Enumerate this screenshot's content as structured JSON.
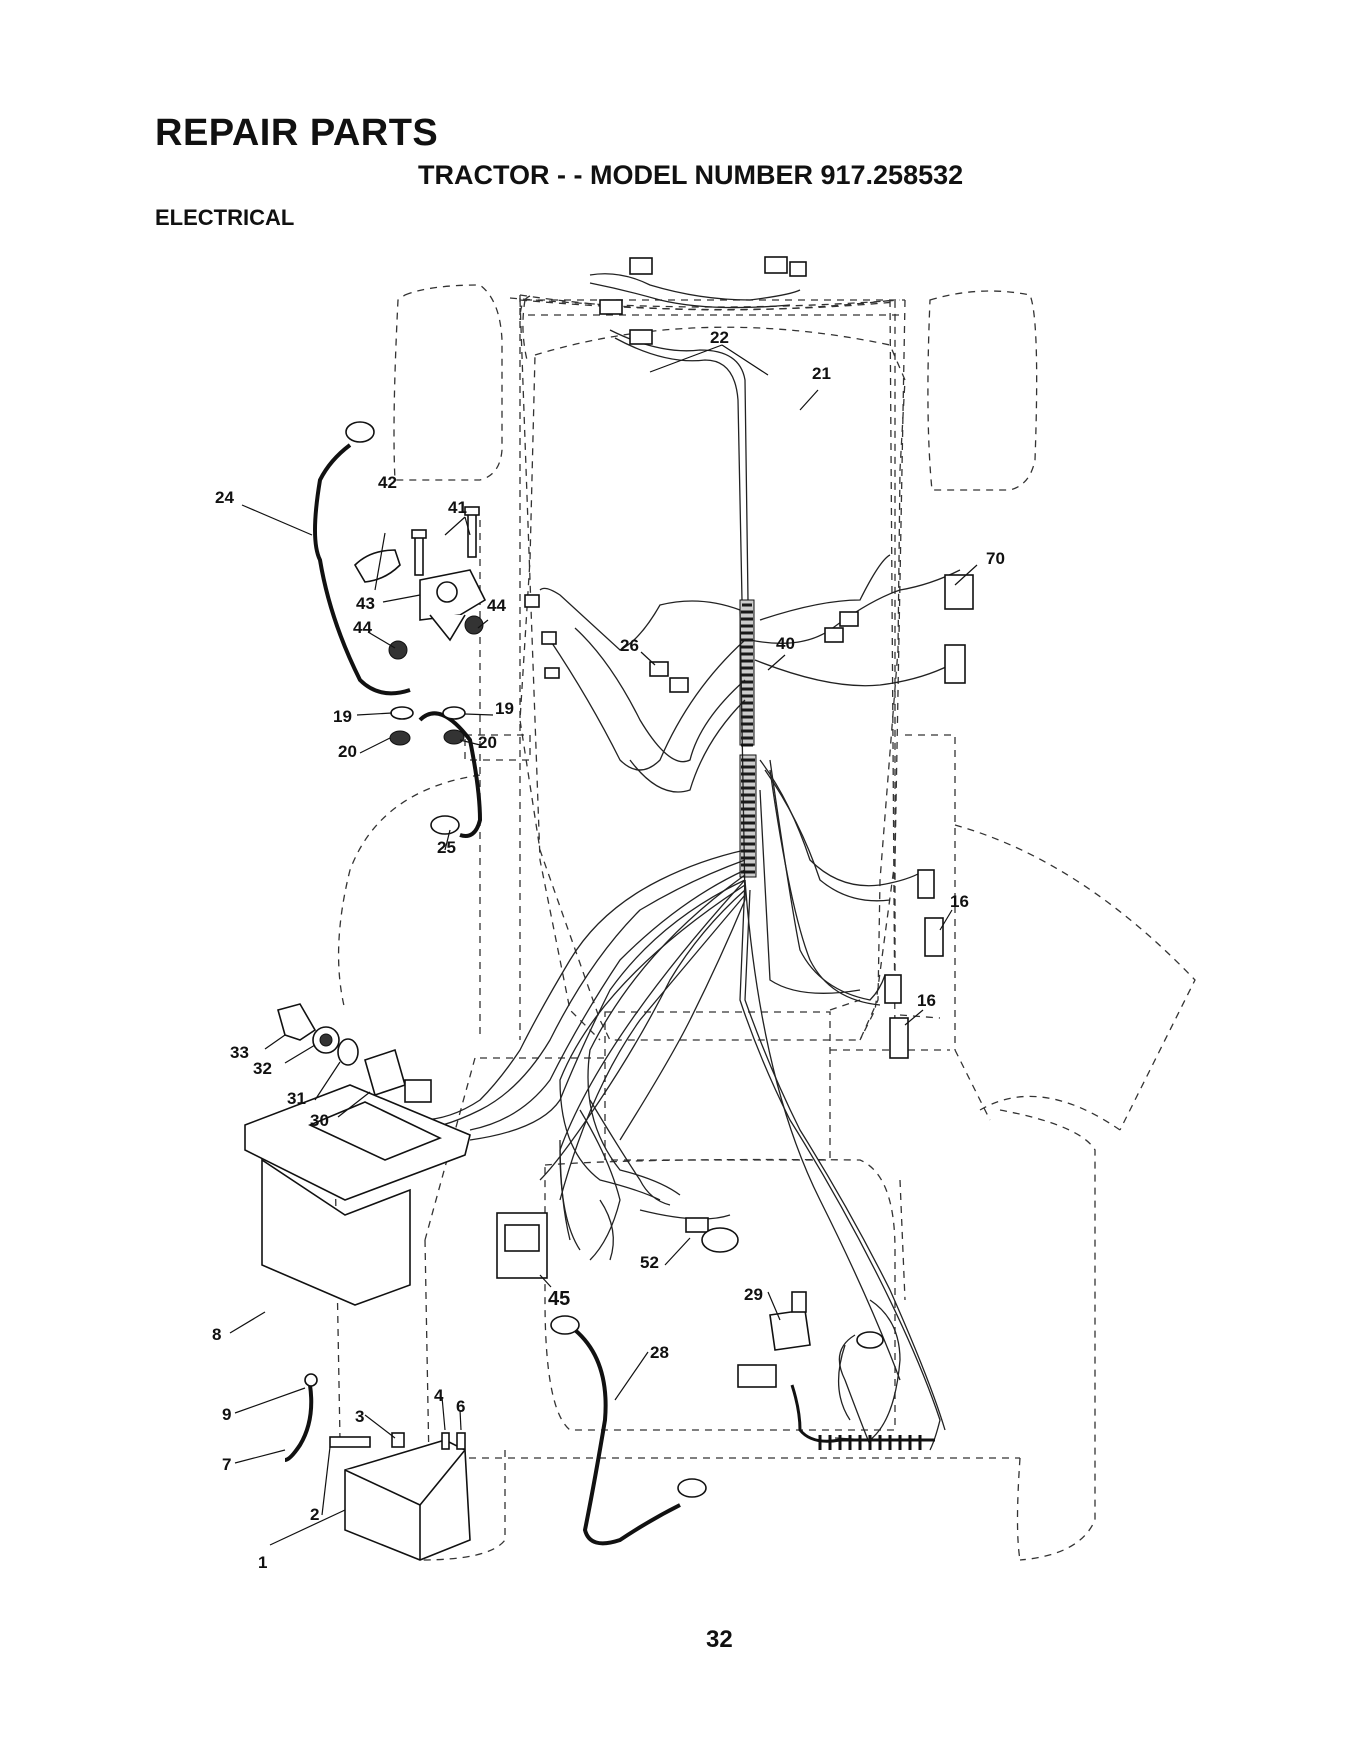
{
  "header": {
    "title": "REPAIR PARTS",
    "subtitle": "TRACTOR - - MODEL NUMBER 917.258532",
    "section": "ELECTRICAL"
  },
  "page_number": "32",
  "callouts": {
    "c1": "1",
    "c2": "2",
    "c3": "3",
    "c4": "4",
    "c6": "6",
    "c7": "7",
    "c8": "8",
    "c9": "9",
    "c16a": "16",
    "c16b": "16",
    "c19a": "19",
    "c19b": "19",
    "c20a": "20",
    "c20b": "20",
    "c21": "21",
    "c22": "22",
    "c24": "24",
    "c25": "25",
    "c26": "26",
    "c28": "28",
    "c29": "29",
    "c30": "30",
    "c31": "31",
    "c32": "32",
    "c33": "33",
    "c40": "40",
    "c41": "41",
    "c42": "42",
    "c43": "43",
    "c44a": "44",
    "c44b": "44",
    "c45": "45",
    "c52": "52",
    "c70": "70"
  }
}
